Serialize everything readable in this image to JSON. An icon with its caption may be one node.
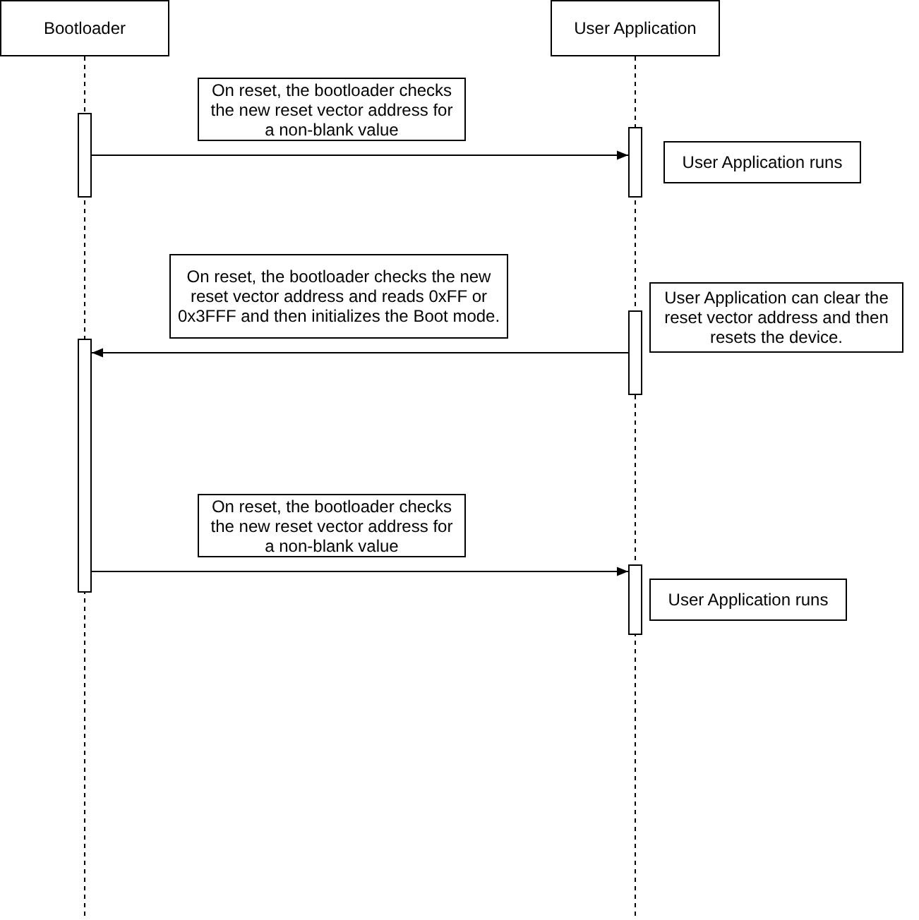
{
  "diagram": {
    "nodes": [
      {
        "text": [
          "Bootloader"
        ]
      },
      {
        "text": [
          "User Application"
        ]
      },
      {
        "text": [
          "On reset, the bootloader checks the new reset vector address for a non-blank value"
        ]
      },
      {
        "text": [],
        "shape": "bar"
      },
      {
        "text": [],
        "shape": "bar"
      },
      {
        "text": [
          "User Application runs"
        ]
      },
      {
        "text": [
          "On reset, the bootloader checks the new reset vector address and reads 0xFF or 0x3FFF and then initializes the Boot mode."
        ]
      },
      {
        "text": [
          "User Application can clear the reset vector address and then resets the device."
        ]
      },
      {
        "text": [],
        "shape": "bar"
      },
      {
        "text": [],
        "shape": "bar"
      },
      {
        "text": [
          "On reset, the bootloader checks the new reset vector address for a non-blank value"
        ]
      },
      {
        "text": [],
        "shape": "bar"
      },
      {
        "text": [
          "User Application runs"
        ]
      }
    ],
    "edges": [
      {
        "from": 3,
        "to": 4,
        "arrow": "to"
      },
      {
        "from": 8,
        "to": 9,
        "arrow": "to"
      },
      {
        "from": 9,
        "to": 11,
        "arrow": "to"
      }
    ]
  }
}
